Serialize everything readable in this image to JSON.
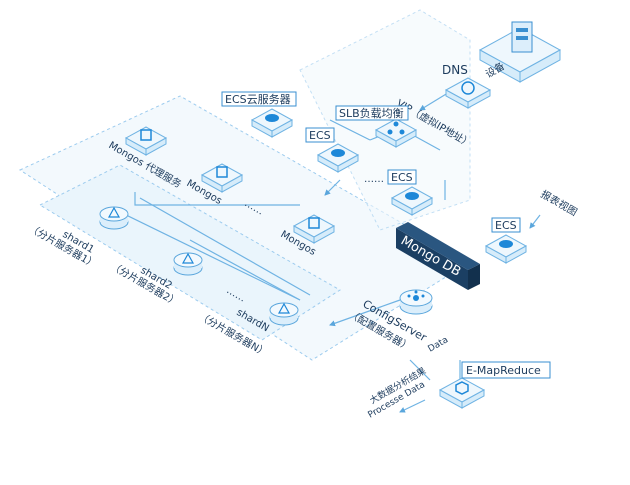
{
  "labels": {
    "dns": "DNS",
    "device": "设备",
    "ecs_cloud": "ECS云服务器",
    "vip": "VIP（虚拟IP地址）",
    "slb": "SLB负载均衡",
    "ecs_a": "ECS",
    "ecs_b": "ECS",
    "mongos_proxy": "Mongos 代理服务",
    "mongos_2": "Mongos",
    "mongos_3": "Mongos",
    "dots_mongos": "……",
    "mongodb": "Mongo DB",
    "ecs_right": "ECS",
    "report_view": "报表视图",
    "shard1": "shard1",
    "shard1_sub": "（分片服务器1）",
    "shard2": "shard2",
    "shard2_sub": "（分片服务器2）",
    "dots_shard": "……",
    "shardN": "shardN",
    "shardN_sub": "（分片服务器N）",
    "config_server": "ConfigServer",
    "config_server_sub": "（配置服务器）",
    "data": "Data",
    "emr": "E-MapReduce",
    "bigdata_result": "大数据分析结果",
    "process_data": "Processe Data"
  },
  "colors": {
    "accent": "#1e88d8",
    "dark_box": "#1b3f63",
    "plate": "#eef7fd"
  },
  "icons": [
    "server-rack-icon",
    "globe-icon",
    "cloud-icon",
    "network-icon",
    "chip-icon",
    "pen-icon",
    "hub-icon",
    "hexagon-node-icon"
  ]
}
